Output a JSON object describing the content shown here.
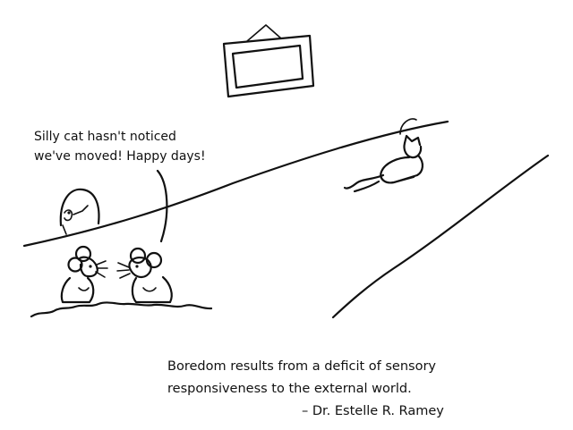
{
  "cartoon": {
    "speech_lines": [
      "Silly cat hasn't noticed",
      "we've moved! Happy days!"
    ]
  },
  "caption": {
    "quote_lines": [
      "Boredom results from a deficit of sensory",
      "responsiveness to the external world."
    ],
    "attribution": "– Dr. Estelle R. Ramey"
  }
}
